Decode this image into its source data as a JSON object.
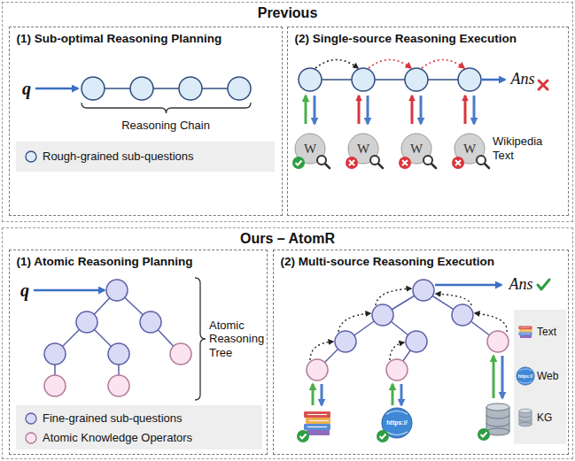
{
  "diagram": {
    "nodes": [
      {
        "text": [
          "Previous"
        ]
      },
      {
        "text": [
          "(1) Sub-optimal Reasoning Planning"
        ],
        "in": 0
      },
      {
        "text": [
          "(2) Single-source Reasoning Execution"
        ],
        "in": 0
      },
      {
        "text": [
          "Ours – AtomR"
        ]
      },
      {
        "text": [
          "(1) Atomic Reasoning Planning"
        ],
        "in": 3
      },
      {
        "text": [
          "(2) Multi-source Reasoning Execution"
        ],
        "in": 3
      }
    ],
    "labels": [
      "q",
      "Reasoning Chain",
      "W",
      "W",
      "W",
      "W",
      "Ans",
      "Wikipedia Text",
      "q",
      "Atomic Reasoning Tree",
      "Ans",
      "https://",
      "Text",
      "https://",
      "Web",
      "KG"
    ],
    "legend": [
      {
        "text": "Rough-grained sub-questions",
        "color": "#dcebf8"
      },
      {
        "text": "Fine-grained sub-questions",
        "color": "#d9dbf6"
      },
      {
        "text": "Atomic Knowledge Operators",
        "color": "#fbe3ef"
      }
    ]
  }
}
